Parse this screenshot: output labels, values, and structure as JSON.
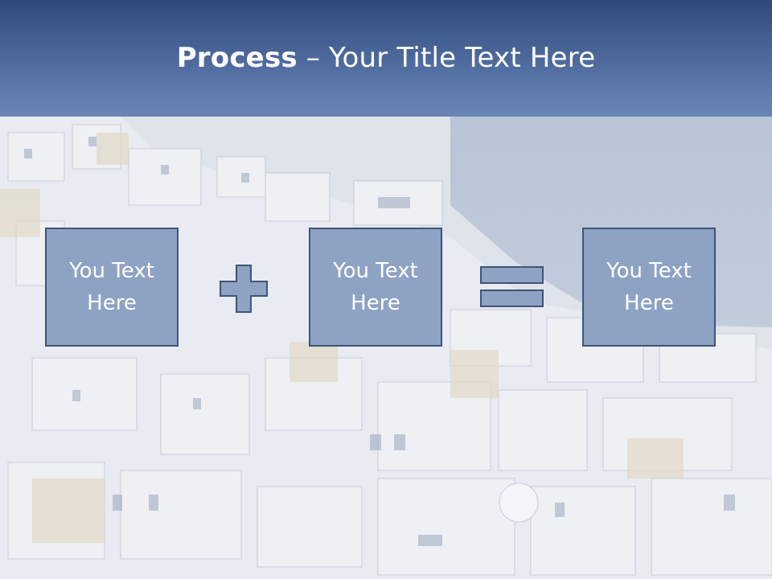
{
  "slide": {
    "title_bold": "Process",
    "title_rest": " – Your Title Text Here"
  },
  "process": {
    "boxes": [
      {
        "label": "You Text\nHere"
      },
      {
        "label": "You Text\nHere"
      },
      {
        "label": "You Text\nHere"
      }
    ],
    "operators": [
      {
        "icon": "plus-icon"
      },
      {
        "icon": "equals-icon"
      }
    ]
  },
  "colors": {
    "header_top": "#2f4978",
    "header_bottom": "#6b86b6",
    "box_fill": "#8ea2c4",
    "box_border": "#3f5479"
  }
}
